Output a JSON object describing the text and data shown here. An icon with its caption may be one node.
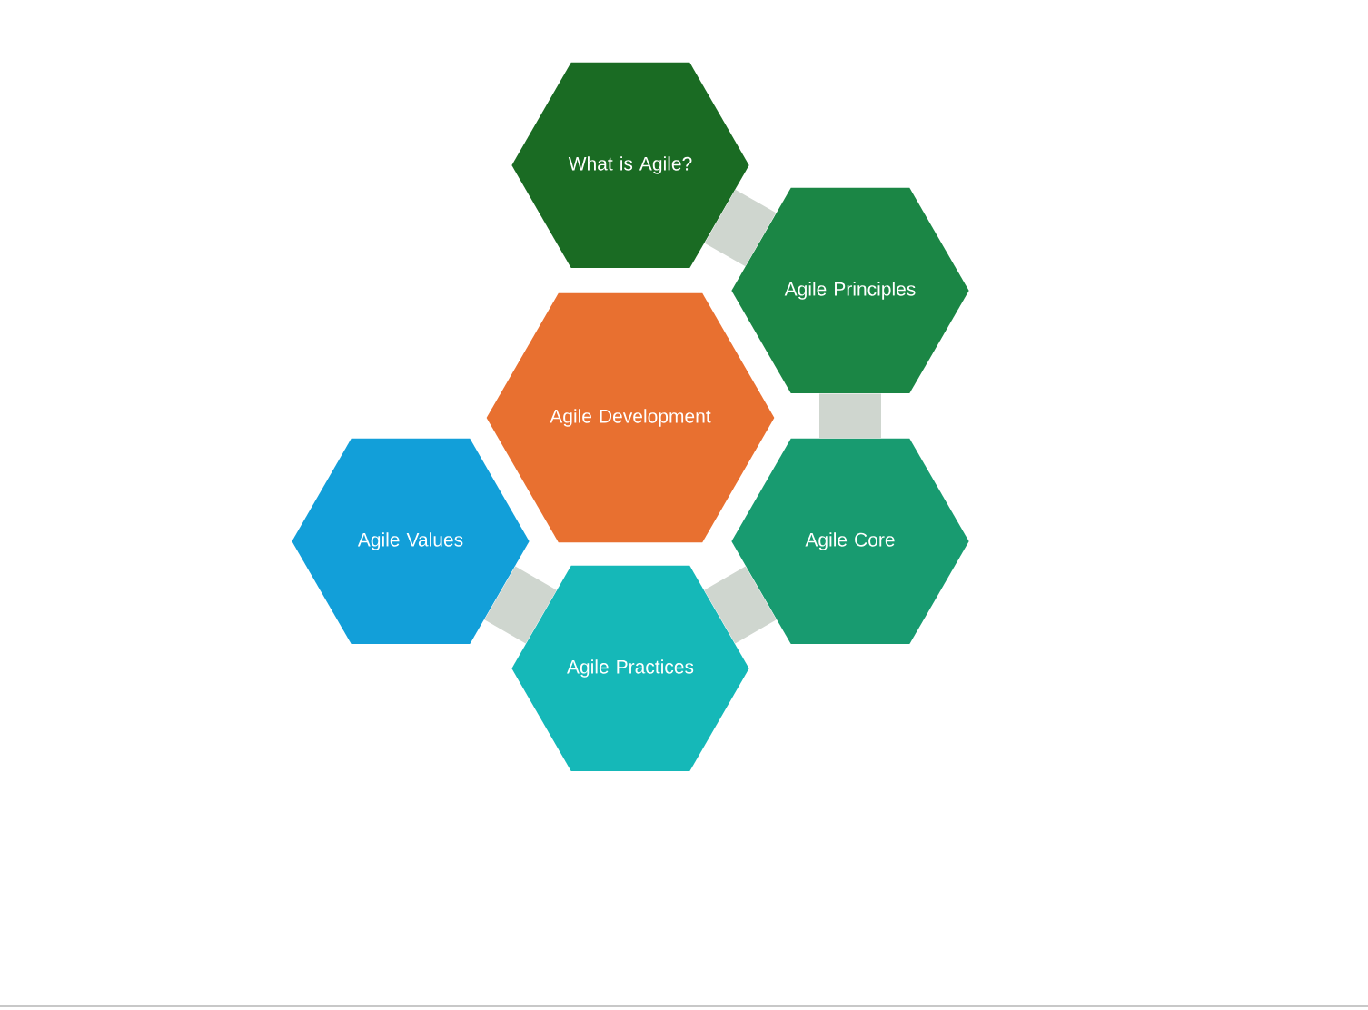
{
  "diagram": {
    "nodes": [
      {
        "text": [
          "Agile Development"
        ]
      },
      {
        "text": [
          "What is Agile?"
        ]
      },
      {
        "text": [
          "Agile Principles"
        ]
      },
      {
        "text": [
          "Agile Core"
        ]
      },
      {
        "text": [
          "Agile Practices"
        ]
      },
      {
        "text": [
          "Agile Values"
        ]
      }
    ],
    "edges": [
      {
        "from": 1,
        "to": 2,
        "arrow": "none"
      },
      {
        "from": 2,
        "to": 3,
        "arrow": "none"
      },
      {
        "from": 3,
        "to": 4,
        "arrow": "none"
      },
      {
        "from": 4,
        "to": 5,
        "arrow": "none"
      }
    ]
  }
}
